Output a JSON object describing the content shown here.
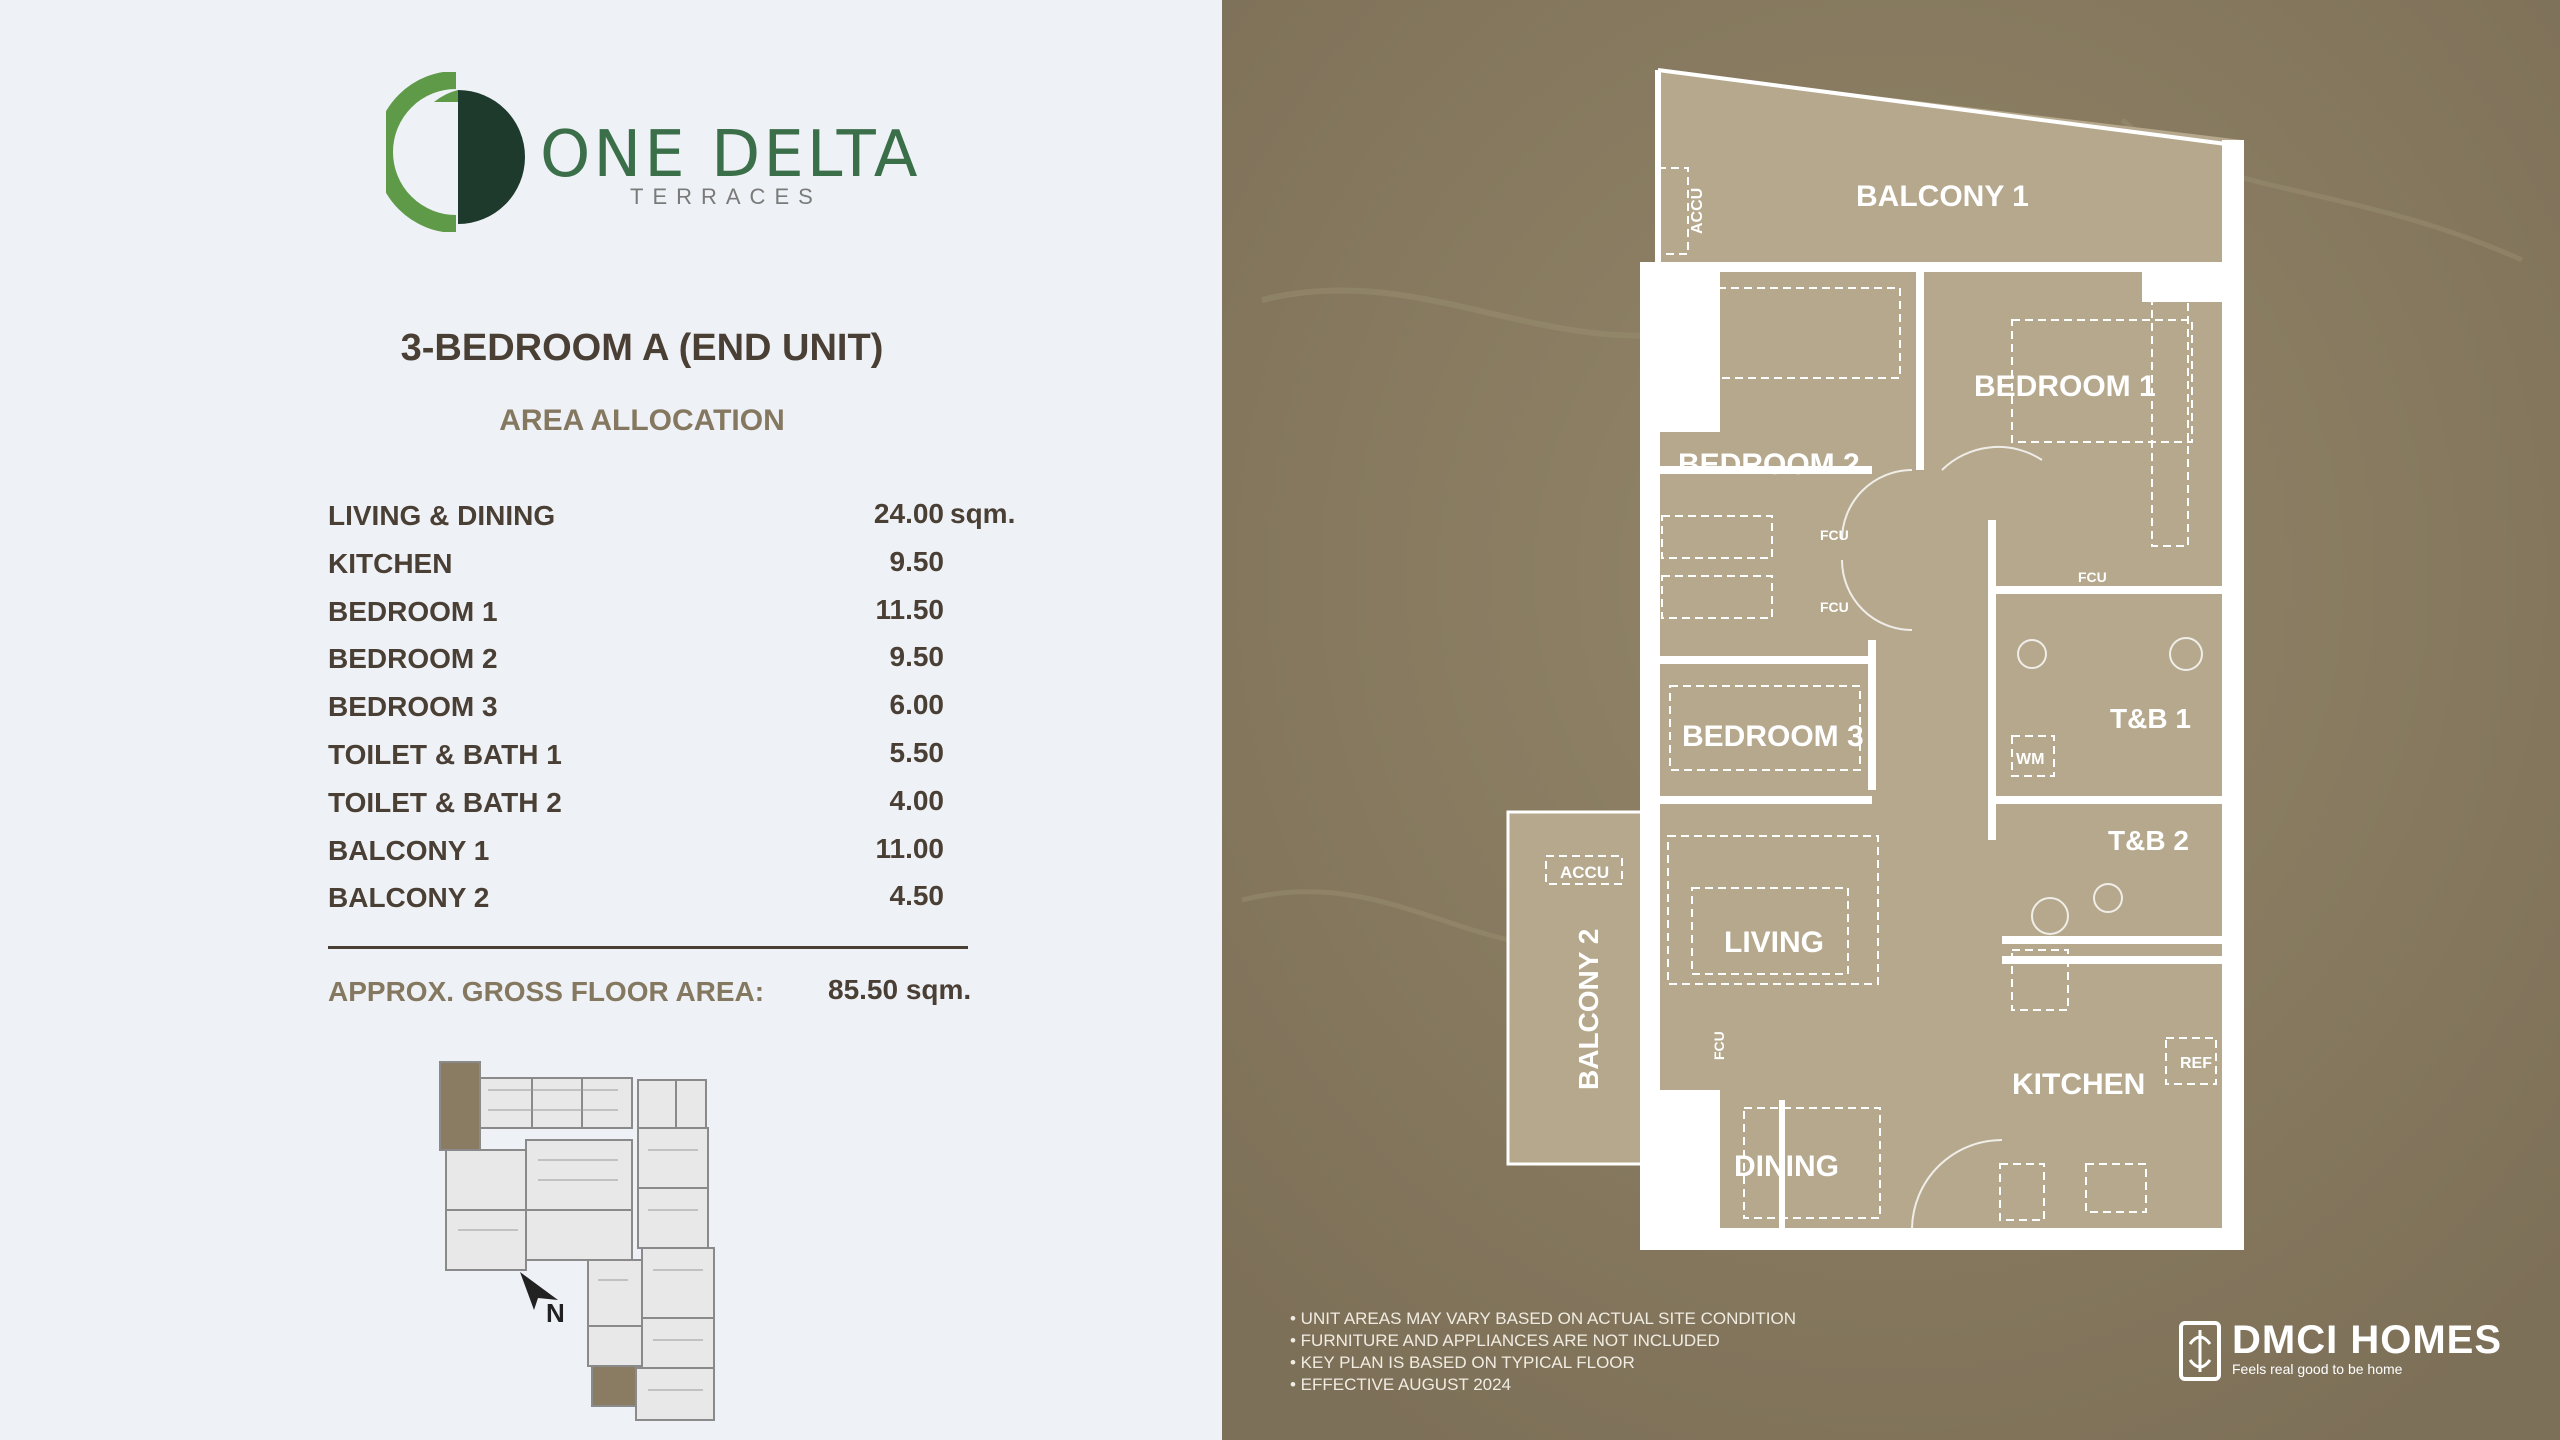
{
  "logo": {
    "name": "ONE DELTA",
    "sub": "TERRACES",
    "green": "#5f9a48",
    "dark": "#1e3a2d"
  },
  "unit_title": "3-BEDROOM A (END UNIT)",
  "area_title": "AREA ALLOCATION",
  "rows": [
    {
      "label": "LIVING & DINING",
      "value": "24.00",
      "unit": "sqm."
    },
    {
      "label": "KITCHEN",
      "value": "9.50",
      "unit": ""
    },
    {
      "label": "BEDROOM 1",
      "value": "11.50",
      "unit": ""
    },
    {
      "label": "BEDROOM 2",
      "value": "9.50",
      "unit": ""
    },
    {
      "label": "BEDROOM 3",
      "value": "6.00",
      "unit": ""
    },
    {
      "label": "TOILET & BATH 1",
      "value": "5.50",
      "unit": ""
    },
    {
      "label": "TOILET & BATH 2",
      "value": "4.00",
      "unit": ""
    },
    {
      "label": "BALCONY 1",
      "value": "11.00",
      "unit": ""
    },
    {
      "label": "BALCONY 2",
      "value": "4.50",
      "unit": ""
    }
  ],
  "gfa": {
    "label": "APPROX. GROSS FLOOR AREA:",
    "value": "85.50 sqm."
  },
  "keyplan": {
    "north": "N"
  },
  "plan": {
    "balcony1": "BALCONY 1",
    "bedroom1": "BEDROOM 1",
    "bedroom2": "BEDROOM 2",
    "bedroom3": "BEDROOM 3",
    "tb1": "T&B 1",
    "tb2": "T&B 2",
    "living": "LIVING",
    "balcony2": "BALCONY 2",
    "kitchen": "KITCHEN",
    "dining": "DINING",
    "accu": "ACCU",
    "fcu": "FCU",
    "wm": "WM",
    "ref": "REF"
  },
  "notes": [
    "• UNIT AREAS MAY VARY BASED ON ACTUAL SITE CONDITION",
    "• FURNITURE AND APPLIANCES ARE NOT INCLUDED",
    "• KEY PLAN IS BASED ON TYPICAL FLOOR",
    "• EFFECTIVE AUGUST 2024"
  ],
  "brand": {
    "name": "DMCI HOMES",
    "tagline": "Feels real good to be home"
  },
  "colors": {
    "plan_bg": "#8a7c62",
    "floor": "#b5a88d",
    "wall": "#ffffff",
    "text_dark": "#4a3f34",
    "text_accent": "#857860"
  }
}
